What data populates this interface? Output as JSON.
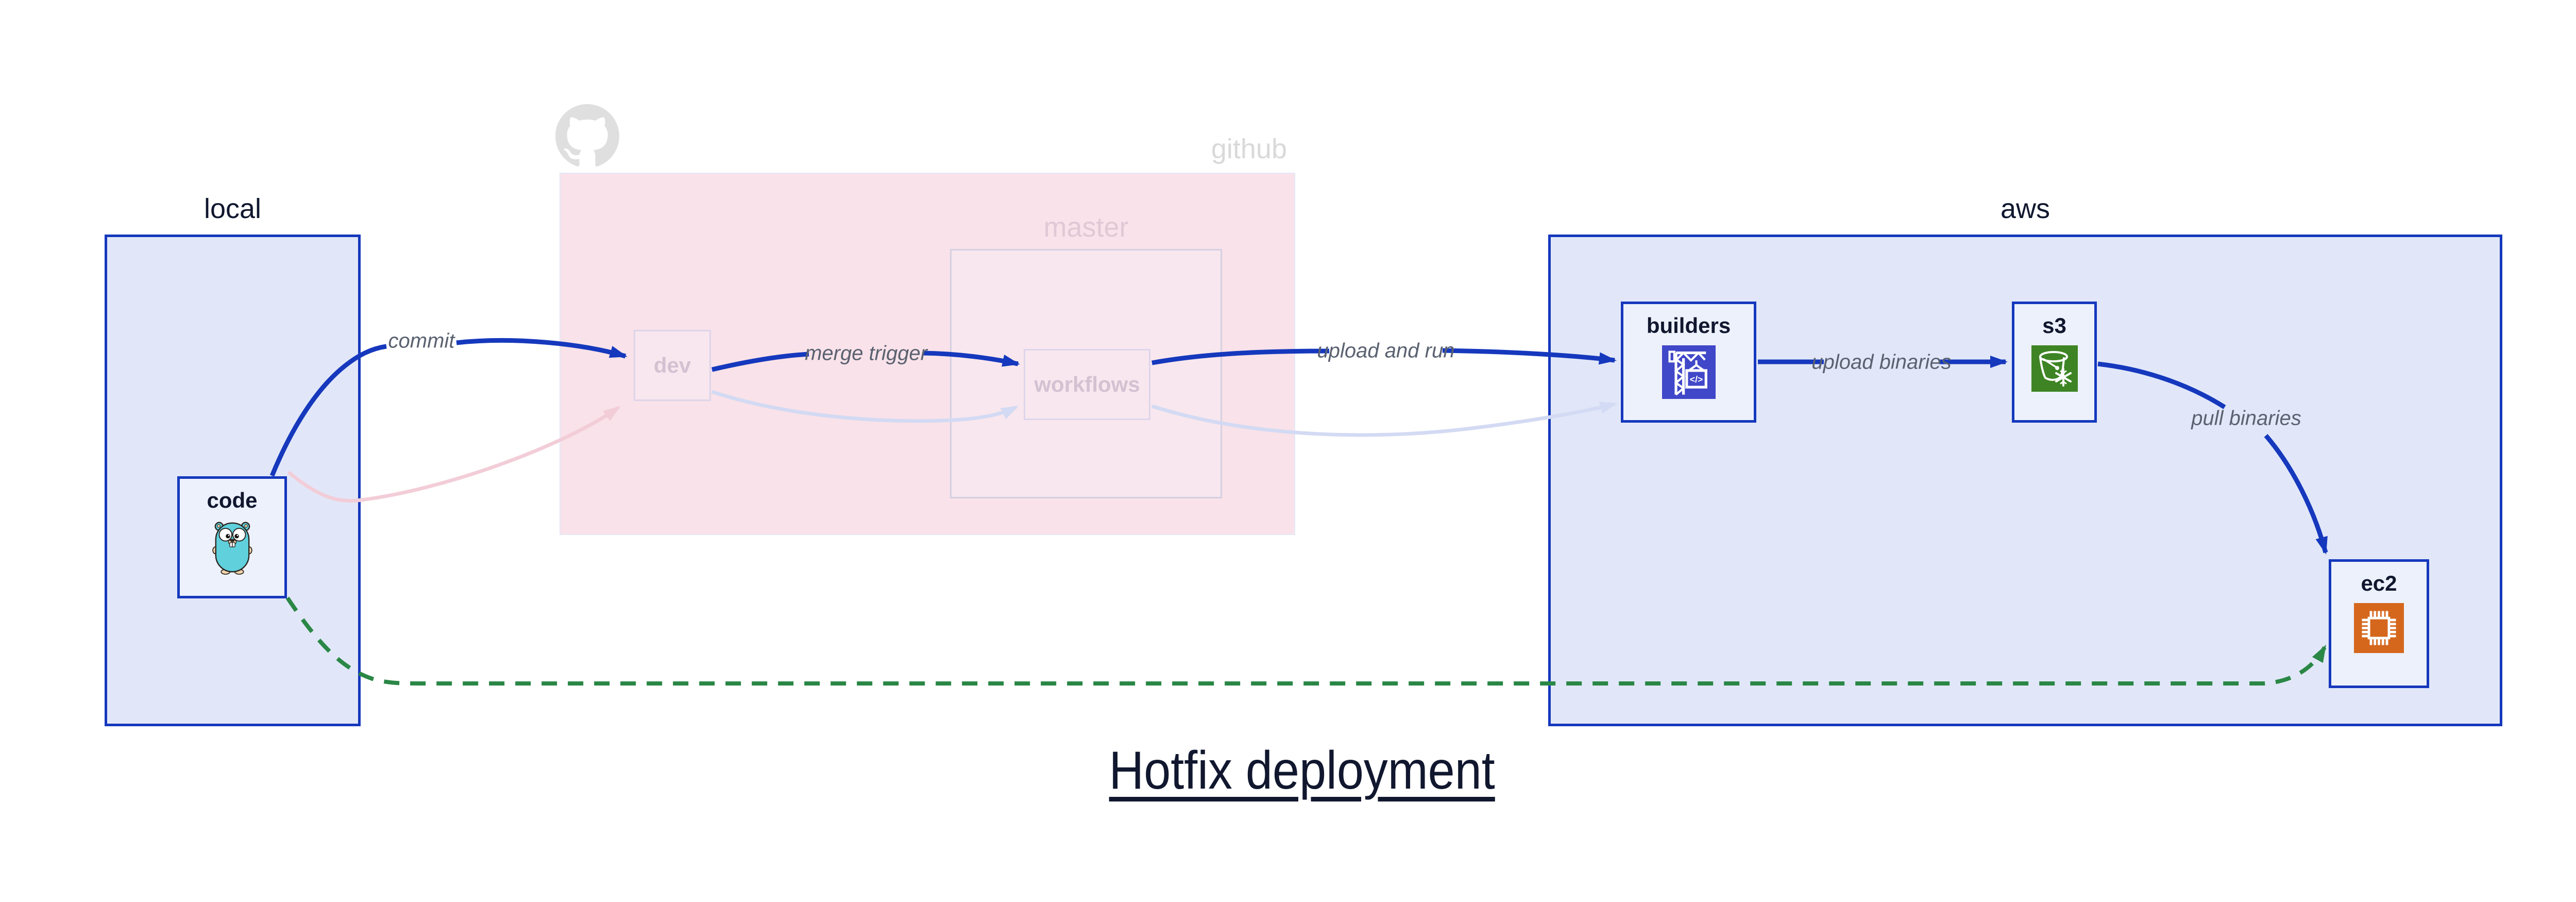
{
  "title": {
    "text": "Hotfix deployment"
  },
  "containers": {
    "local": {
      "label": "local"
    },
    "github": {
      "label": "github"
    },
    "master": {
      "label": "master"
    },
    "aws": {
      "label": "aws"
    }
  },
  "nodes": {
    "code": {
      "label": "code",
      "icon": "go-gopher"
    },
    "dev": {
      "label": "dev",
      "state": "faded"
    },
    "workflows": {
      "label": "workflows",
      "state": "faded"
    },
    "builders": {
      "label": "builders",
      "icon": "codebuild-crane",
      "icon_glyph": "</>"
    },
    "s3": {
      "label": "s3",
      "icon": "s3-glacier-bucket"
    },
    "ec2": {
      "label": "ec2",
      "icon": "ec2-chip"
    }
  },
  "edges": {
    "commit": {
      "label": "commit",
      "style": "solid-blue"
    },
    "merge_trigger": {
      "label": "merge trigger",
      "style": "solid-blue"
    },
    "upload_and_run": {
      "label": "upload and run",
      "style": "solid-blue"
    },
    "upload_binaries": {
      "label": "upload binaries",
      "style": "solid-blue"
    },
    "pull_binaries": {
      "label": "pull binaries",
      "style": "solid-blue"
    },
    "hotfix_bypass": {
      "label": "",
      "style": "dashed-green"
    },
    "ghost_code_to_dev": {
      "label": "",
      "style": "faded-pink"
    },
    "ghost_dev_to_workflows": {
      "label": "",
      "style": "faded-lavender"
    },
    "ghost_workflows_to_builders": {
      "label": "",
      "style": "faded-lavender"
    }
  },
  "colors": {
    "edge_blue": "#1538bd",
    "edge_green": "#2a8746",
    "container_fill": "#e1e7f8",
    "node_fill": "#edf1fb",
    "github_fill": "#f9e2e9",
    "github_border": "#e4e8f6",
    "master_fill": "#f8e7ee",
    "master_border": "#d5d0e2",
    "master_label": "#e0c9d5",
    "github_label": "#d9d9d9",
    "ghost_node_fill": "#f8e7ee",
    "ghost_node_border": "#ddd5eb",
    "ghost_text": "#d2c2d2",
    "ghost_pink_edge": "#f2cdd8",
    "ghost_lavender_edge": "#d3daf3",
    "navy_text": "#10172e",
    "edge_label_grey": "#5a6170",
    "octocat_grey": "#dfdfdf",
    "gopher_teal": "#5fd0dc",
    "gopher_beige": "#f2d3ac",
    "codebuild_indigo": "#4047c8",
    "s3_green": "#3e8424",
    "ec2_orange": "#d5671d"
  }
}
